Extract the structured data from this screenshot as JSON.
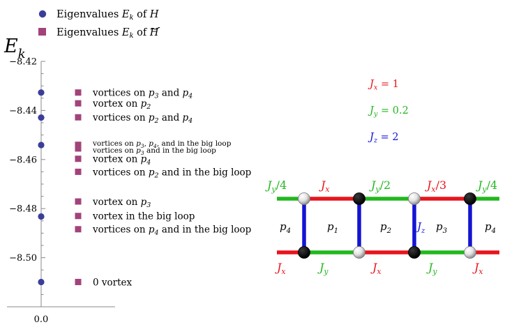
{
  "chart_data": {
    "type": "scatter",
    "ylabel": "E",
    "ylabel_sub": "k",
    "xtick_labels": [
      "0.0"
    ],
    "ylim": [
      -8.52,
      -8.42
    ],
    "yticks": [
      -8.42,
      -8.44,
      -8.46,
      -8.48,
      -8.5
    ],
    "ytick_labels": [
      "-8.42",
      "-8.44",
      "-8.46",
      "-8.48",
      "-8.50"
    ],
    "legend": {
      "position": "top-left",
      "entries": [
        {
          "marker": "circle",
          "color": "#3b3e99",
          "text": "Eigenvalues",
          "var": "E",
          "sub": "k",
          "of": "of",
          "op": "H",
          "tilde": false
        },
        {
          "marker": "square",
          "color": "#a2437a",
          "text": "Eigenvalues",
          "var": "E",
          "sub": "k",
          "of": "of",
          "op": "H",
          "tilde": true
        }
      ]
    },
    "series": [
      {
        "marker": "circle",
        "color": "#3b3e99",
        "x": 0,
        "values": [
          -8.4327,
          -8.4429,
          -8.4541,
          -8.4832,
          -8.5099
        ]
      },
      {
        "marker": "square",
        "color": "#a2437a",
        "x": 1,
        "values": [
          -8.4327,
          -8.4371,
          -8.4428,
          -8.454,
          -8.4555,
          -8.4597,
          -8.465,
          -8.4771,
          -8.483,
          -8.4884,
          -8.5099
        ]
      }
    ],
    "annotations": [
      {
        "value": -8.4327,
        "size": "n",
        "parts": [
          {
            "t": "vortices on "
          },
          {
            "m": "p",
            "s": "3"
          },
          {
            "t": " and "
          },
          {
            "m": "p",
            "s": "4"
          }
        ]
      },
      {
        "value": -8.4371,
        "size": "n",
        "parts": [
          {
            "t": "vortex on "
          },
          {
            "m": "p",
            "s": "2"
          }
        ]
      },
      {
        "value": -8.4428,
        "size": "n",
        "parts": [
          {
            "t": "vortices on "
          },
          {
            "m": "p",
            "s": "2"
          },
          {
            "t": " and "
          },
          {
            "m": "p",
            "s": "4"
          }
        ]
      },
      {
        "value": -8.4533,
        "size": "s",
        "parts": [
          {
            "t": "vortices on "
          },
          {
            "m": "p",
            "s": "3"
          },
          {
            "t": ", "
          },
          {
            "m": "p",
            "s": "4"
          },
          {
            "t": ", and in the big loop"
          }
        ]
      },
      {
        "value": -8.4562,
        "size": "s",
        "parts": [
          {
            "t": "vortices on "
          },
          {
            "m": "p",
            "s": "3"
          },
          {
            "t": " and in the big loop"
          }
        ]
      },
      {
        "value": -8.4597,
        "size": "n",
        "parts": [
          {
            "t": "vortex on "
          },
          {
            "m": "p",
            "s": "4"
          }
        ]
      },
      {
        "value": -8.465,
        "size": "n",
        "parts": [
          {
            "t": "vortices on "
          },
          {
            "m": "p",
            "s": "2"
          },
          {
            "t": " and in the big loop"
          }
        ]
      },
      {
        "value": -8.4771,
        "size": "n",
        "parts": [
          {
            "t": "vortex on "
          },
          {
            "m": "p",
            "s": "3"
          }
        ]
      },
      {
        "value": -8.483,
        "size": "n",
        "parts": [
          {
            "t": "vortex in the big loop"
          }
        ]
      },
      {
        "value": -8.4884,
        "size": "n",
        "parts": [
          {
            "t": "vortices on "
          },
          {
            "m": "p",
            "s": "4"
          },
          {
            "t": " and in the big loop"
          }
        ]
      },
      {
        "value": -8.5099,
        "size": "n",
        "parts": [
          {
            "t": "0 vortex"
          }
        ]
      }
    ]
  },
  "couplings": [
    {
      "color": "#e8141c",
      "var": "J",
      "sub": "x",
      "rhs": " = 1"
    },
    {
      "color": "#22b81f",
      "var": "J",
      "sub": "y",
      "rhs": " = 0.2"
    },
    {
      "color": "#1414d4",
      "var": "J",
      "sub": "z",
      "rhs": " = 2"
    }
  ],
  "lattice": {
    "colors": {
      "x": "#e8141c",
      "y": "#22b81f",
      "z": "#1414d4"
    },
    "top_labels": [
      {
        "color": "#22b81f",
        "var": "J",
        "sub": "y",
        "suffix": "/4"
      },
      {
        "color": "#e8141c",
        "var": "J",
        "sub": "x",
        "suffix": ""
      },
      {
        "color": "#22b81f",
        "var": "J",
        "sub": "y",
        "suffix": "/2"
      },
      {
        "color": "#e8141c",
        "var": "J",
        "sub": "x",
        "suffix": "/3"
      },
      {
        "color": "#22b81f",
        "var": "J",
        "sub": "y",
        "suffix": "/4"
      }
    ],
    "bottom_labels": [
      {
        "color": "#e8141c",
        "var": "J",
        "sub": "x",
        "suffix": ""
      },
      {
        "color": "#22b81f",
        "var": "J",
        "sub": "y",
        "suffix": ""
      },
      {
        "color": "#e8141c",
        "var": "J",
        "sub": "x",
        "suffix": ""
      },
      {
        "color": "#22b81f",
        "var": "J",
        "sub": "y",
        "suffix": ""
      },
      {
        "color": "#e8141c",
        "var": "J",
        "sub": "x",
        "suffix": ""
      }
    ],
    "plaquettes": [
      {
        "var": "p",
        "sub": "4"
      },
      {
        "var": "p",
        "sub": "1"
      },
      {
        "var": "p",
        "sub": "2"
      },
      {
        "var": "p",
        "sub": "3"
      },
      {
        "var": "p",
        "sub": "4"
      }
    ],
    "rung_label": {
      "color": "#1414d4",
      "var": "J",
      "sub": "z"
    },
    "top_nodes": [
      "white",
      "black",
      "white",
      "black"
    ],
    "bottom_nodes": [
      "black",
      "white",
      "black",
      "white"
    ]
  }
}
